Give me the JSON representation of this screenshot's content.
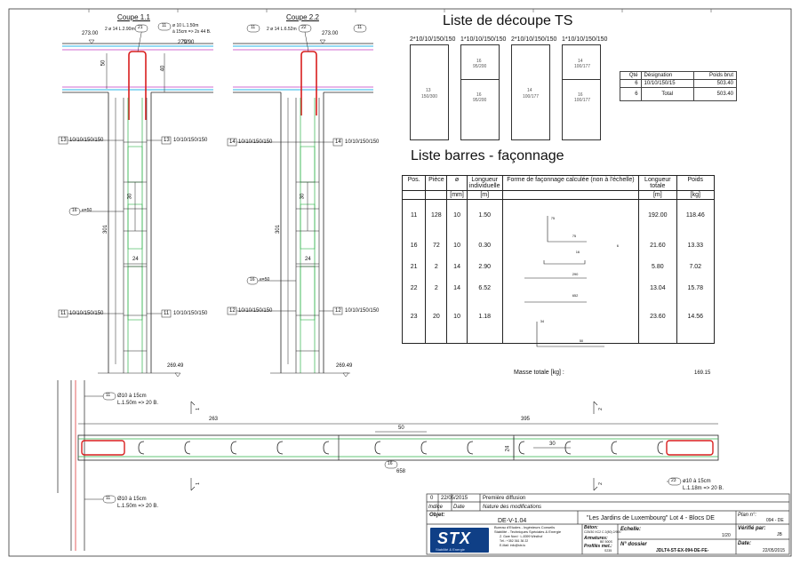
{
  "sheet": {
    "coupe1_title": "Coupe 1.1",
    "coupe2_title": "Coupe 2.2",
    "coupe1": {
      "level_top": "273.00",
      "level_top2": "279.90",
      "level_bottom": "269.49",
      "dim_50": "50",
      "dim_40": "40",
      "dim_301": "301",
      "dim_30": "30",
      "dim_24": "24",
      "tag_21": "21",
      "tag_13": "13",
      "tag_16": "16",
      "tag_11": "11",
      "label_2o14": "2 ø 14 L.2.90m",
      "label_o10_a": "ø 10 L.1.50m",
      "label_o10_b": "à 15cm => 2x 44 B.",
      "label_13_left": "10/10/150/150",
      "label_13_right": "10/10/150/150",
      "label_16": "e=50",
      "label_11_left": "10/10/150/150",
      "label_11_right": "10/10/150/150"
    },
    "coupe2": {
      "level_top": "273.00",
      "level_bottom": "269.49",
      "dim_301": "301",
      "dim_30": "30",
      "dim_24": "24",
      "tag_11a": "11",
      "tag_22": "22",
      "tag_11b": "11",
      "tag_14": "14",
      "tag_16": "16",
      "tag_12": "12",
      "label_2o14": "2 ø 14 L.6.52m",
      "label_14_left": "10/10/150/150",
      "label_14_right": "10/10/150/150",
      "label_16": "e=50",
      "label_12_left": "10/10/150/150",
      "label_12_right": "10/10/150/150"
    },
    "ts_title": "Liste de découpe TS",
    "ts_panels": [
      {
        "label": "2*10/10/150/150",
        "code1": "13",
        "code2": "150/300"
      },
      {
        "label": "1*10/10/150/150",
        "code1": "16",
        "code2": "95/200",
        "code3": "16",
        "code4": "95/200"
      },
      {
        "label": "2*10/10/150/150",
        "code1": "14",
        "code2": "100/177"
      },
      {
        "label": "1*10/10/150/150",
        "code1": "14",
        "code2": "100/177",
        "code3": "16",
        "code4": "100/177"
      }
    ],
    "qte_table": {
      "headers": [
        "Qté",
        "Désignation",
        "Poids brut"
      ],
      "rows": [
        [
          "6",
          "10/10/150/15",
          "503.40"
        ],
        [
          "6",
          "Total",
          "503.40"
        ]
      ]
    },
    "bars_title": "Liste barres - façonnage",
    "bars_table": {
      "headers": {
        "pos": "Pos.",
        "piece": "Pièce",
        "diam": "ø",
        "long_ind": "Longueur individuelle",
        "forme": "Forme de façonnage calculée (non à l'échelle)",
        "long_tot": "Longueur totale",
        "poids": "Poids"
      },
      "units": {
        "diam": "[mm]",
        "long_ind": "[m]",
        "long_tot": "[m]",
        "poids": "[kg]"
      },
      "rows": [
        {
          "pos": "11",
          "piece": "128",
          "diam": "10",
          "long_ind": "1.50",
          "long_tot": "192.00",
          "poids": "118.46",
          "shape_a": "75",
          "shape_b": "75"
        },
        {
          "pos": "16",
          "piece": "72",
          "diam": "10",
          "long_ind": "0.30",
          "long_tot": "21.60",
          "poids": "13.33",
          "shape_a": "16",
          "shape_b": "6"
        },
        {
          "pos": "21",
          "piece": "2",
          "diam": "14",
          "long_ind": "2.90",
          "long_tot": "5.80",
          "poids": "7.02",
          "shape_a": "290"
        },
        {
          "pos": "22",
          "piece": "2",
          "diam": "14",
          "long_ind": "6.52",
          "long_tot": "13.04",
          "poids": "15.78",
          "shape_a": "652"
        },
        {
          "pos": "23",
          "piece": "20",
          "diam": "10",
          "long_ind": "1.18",
          "long_tot": "23.60",
          "poids": "14.56",
          "shape_a": "50",
          "shape_b": "34"
        }
      ],
      "masse_label": "Masse totale [kg] :",
      "masse_value": "169.15"
    },
    "plan": {
      "dim_263": "263",
      "dim_395": "395",
      "dim_50": "50",
      "dim_30": "30",
      "dim_24": "24",
      "dim_658": "658",
      "tag_11_top": "11",
      "tag_11_bot": "11",
      "tag_16": "16",
      "tag_23": "23",
      "label_11_top_a": "Ø10 à 15cm",
      "label_11_top_b": "L.1.50m => 20 B.",
      "label_11_bot_a": "Ø10 à 15cm",
      "label_11_bot_b": "L.1.50m => 20 B.",
      "label_23_a": "ø10 à 15cm",
      "label_23_b": "L.1.18m => 20 B.",
      "sec_1": "1",
      "sec_2": "2"
    },
    "titleblock": {
      "indice_val": "0",
      "date_val": "22/05/2015",
      "nature_val": "Première diffusion",
      "indice_label": "Indice",
      "date_label": "Date",
      "nature_label": "Nature des modifications",
      "objet_label": "Objet:",
      "objet_val": "DE-V-1.04",
      "projet_val": "\"Les Jardins de Luxembourg\"  Lot 4 - Blocs DE",
      "plan_label": "Plan n°:",
      "plan_val": "094 - DE",
      "company_1": "Bureau d'Etudes - Ingénieurs Conseils",
      "company_2": "Stabilité - Techniques Spéciales & Energie",
      "company_3": "Z. Gare Nord · L-8399 Windhof",
      "company_4": "Tél.: +352 361 36 22",
      "company_5": "E-Mail: info@stx.lu",
      "beton_label": "Béton:",
      "beton_val": "C25/30 XC2 C 2(80) 2/900",
      "armatures_label": "Armatures:",
      "armatures_val": "BE 500S",
      "profiles_label": "Profilés met.:",
      "profiles_val": "S235",
      "echelle_label": "Echelle:",
      "echelle_val": "1/20",
      "verifie_label": "Vérifié par:",
      "verifie_val": "JB",
      "dossier_label": "N° dossier",
      "dossier_val": "JDLT4-ST-EX-094-DE-FE-",
      "date2_label": "Date:",
      "date2_val": "22/05/2015",
      "logo_text": "STX",
      "logo_sub": "Stabilité & Energie"
    },
    "colors": {
      "line": "#222222",
      "green": "#2fb24a",
      "red": "#d81e1e",
      "cyan": "#29b6e8",
      "magenta": "#c03ac0"
    }
  }
}
